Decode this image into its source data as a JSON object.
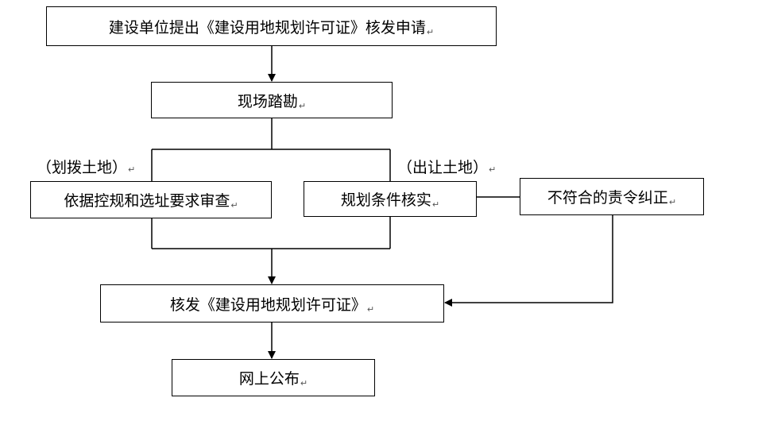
{
  "nodes": {
    "apply": "建设单位提出《建设用地规划许可证》核发申请",
    "survey": "现场踏勘",
    "review": "依据控规和选址要求审查",
    "verify": "规划条件核实",
    "correct": "不符合的责令纠正",
    "issue": "核发《建设用地规划许可证》",
    "publish": "网上公布"
  },
  "branches": {
    "left": "（划拨土地）",
    "right": "（出让土地）"
  }
}
